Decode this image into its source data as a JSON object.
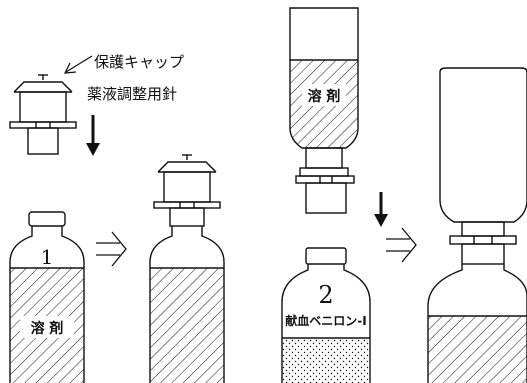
{
  "labels": {
    "protective_cap": "保護キャップ",
    "adjustment_needle": "薬液調整用針",
    "solvent_left": "溶 剤",
    "solvent_top": "溶 剤",
    "number_1": "1",
    "number_2": "2",
    "product_name": "献血ベニロン-I"
  },
  "colors": {
    "stroke": "#111111",
    "background": "#ffffff"
  },
  "icons": {
    "arrow_down": "arrow-down-icon",
    "arrow_right": "arrow-right-icon"
  }
}
